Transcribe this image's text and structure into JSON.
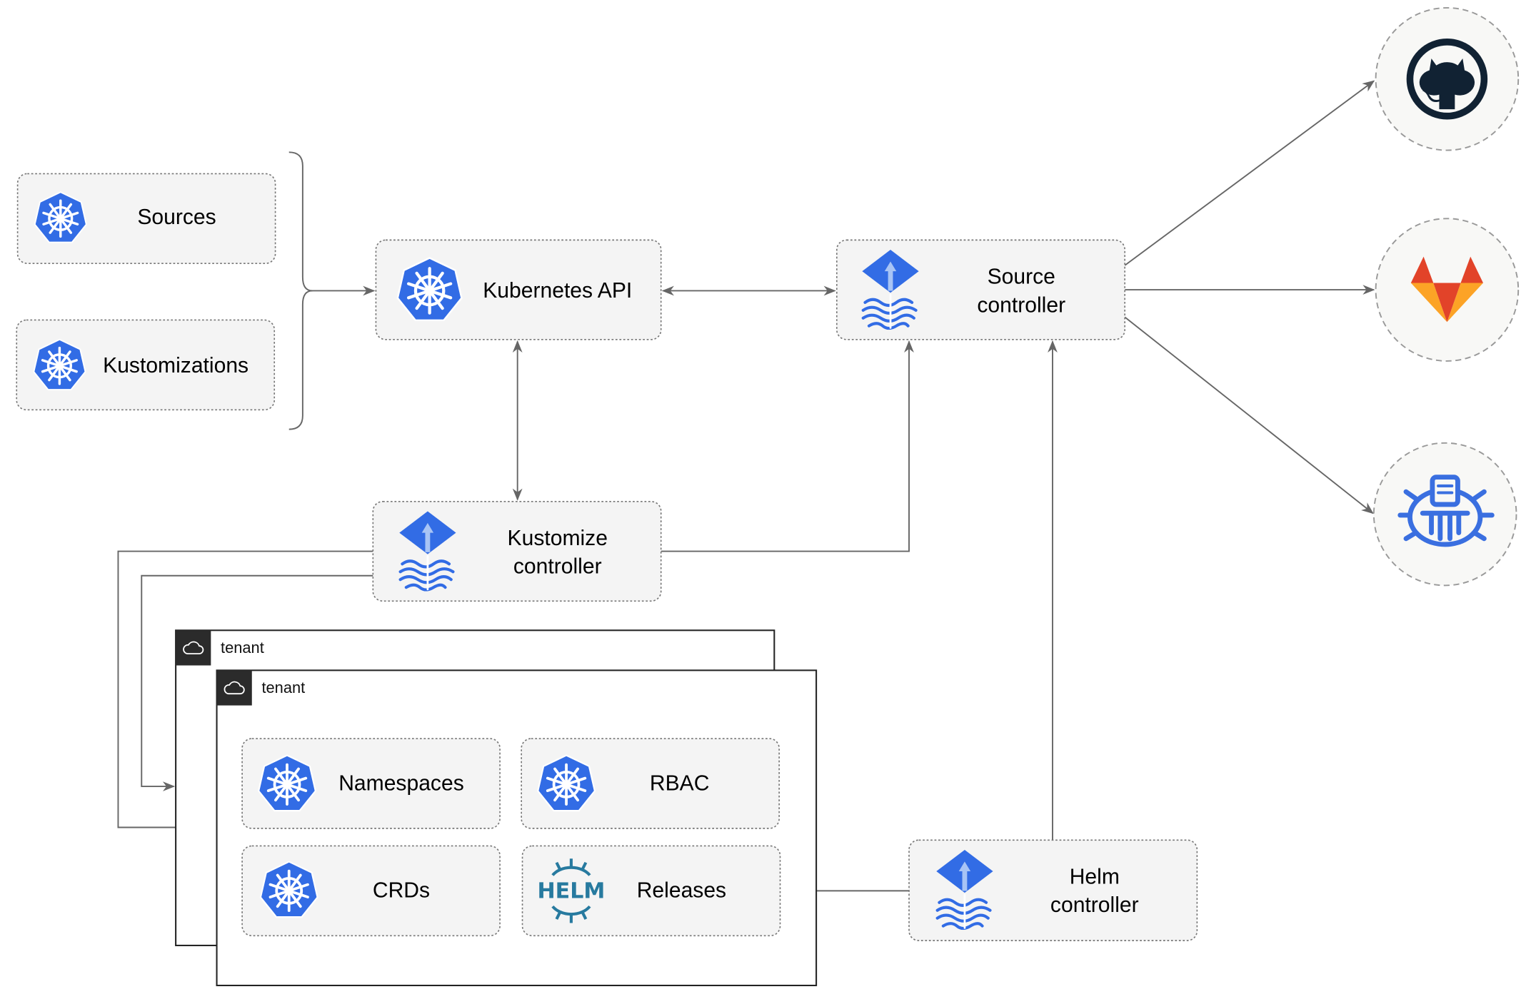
{
  "nodes": {
    "sources": "Sources",
    "kustomizations": "Kustomizations",
    "kubernetes_api": "Kubernetes API",
    "source_controller": [
      "Source",
      "controller"
    ],
    "kustomize_controller": [
      "Kustomize",
      "controller"
    ],
    "helm_controller": [
      "Helm",
      "controller"
    ],
    "namespaces": "Namespaces",
    "rbac": "RBAC",
    "crds": "CRDs",
    "releases": "Releases"
  },
  "tenants": [
    "tenant",
    "tenant"
  ],
  "helm_logo_text": "HELM",
  "external_sources": [
    "github-icon",
    "gitlab-icon",
    "bucket-icon"
  ],
  "colors": {
    "kubernetes_blue": "#326ce5",
    "box_fill": "#f4f4f4",
    "edge": "#666666",
    "github": "#112233",
    "gitlab_red": "#e24329",
    "gitlab_orange": "#fca326",
    "helm": "#277a9f"
  }
}
